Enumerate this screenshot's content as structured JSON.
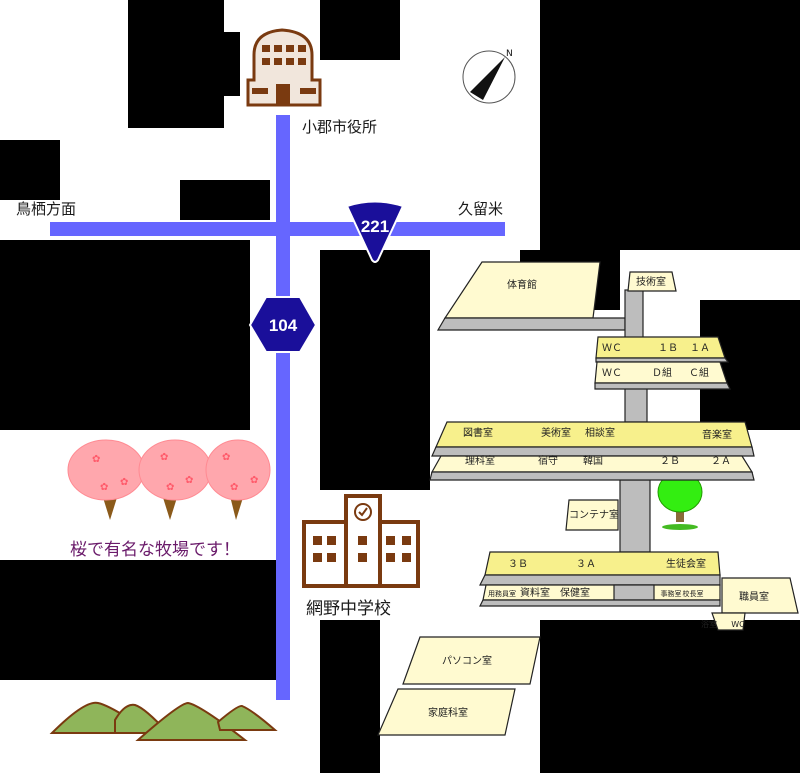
{
  "map": {
    "title": "Access map",
    "colors": {
      "road": "#6666ff",
      "route_sign": "#1a0f9a",
      "room_fill": "#fffad0",
      "room_fill_dark": "#f7f08c",
      "corridor": "#bdbdbd",
      "building_icon": "#7a3a10",
      "sakura": "#ff9fa8",
      "mountain": "#8fb55a"
    },
    "landmarks": {
      "city_hall": "小郡市役所",
      "school": "網野中学校",
      "sakura_note": "桜で有名な牧場です！",
      "left_direction": "鳥栖方面",
      "right_direction": "久留米"
    },
    "route_signs": {
      "horizontal": "221",
      "vertical": "104"
    },
    "icons": [
      "compass-icon",
      "city-hall-icon",
      "school-icon",
      "cherry-tree-icon",
      "tree-icon",
      "mountain-icon"
    ],
    "rooms": {
      "gym": "体育館",
      "tech": "技術室",
      "wc1": "ＷＣ",
      "r1b": "１Ｂ",
      "r1a": "１Ａ",
      "wc2": "ＷＣ",
      "dgumi": "Ｄ組",
      "cgumi": "Ｃ組",
      "library": "図書室",
      "art": "美術室",
      "consult": "相談室",
      "music": "音楽室",
      "science": "理科室",
      "guard": "宿守",
      "korea": "韓国",
      "r2b": "２Ｂ",
      "r2a": "２Ａ",
      "container": "コンテナ室",
      "r3b": "３Ｂ",
      "r3a": "３Ａ",
      "council": "生徒会室",
      "supplies": "用務員室",
      "materials": "資料室",
      "health": "保健室",
      "office": "事務室",
      "principal": "校長室",
      "staff": "職員室",
      "bath": "浴室",
      "wc3": "WC",
      "pc": "パソコン室",
      "homeec": "家庭科室"
    }
  }
}
